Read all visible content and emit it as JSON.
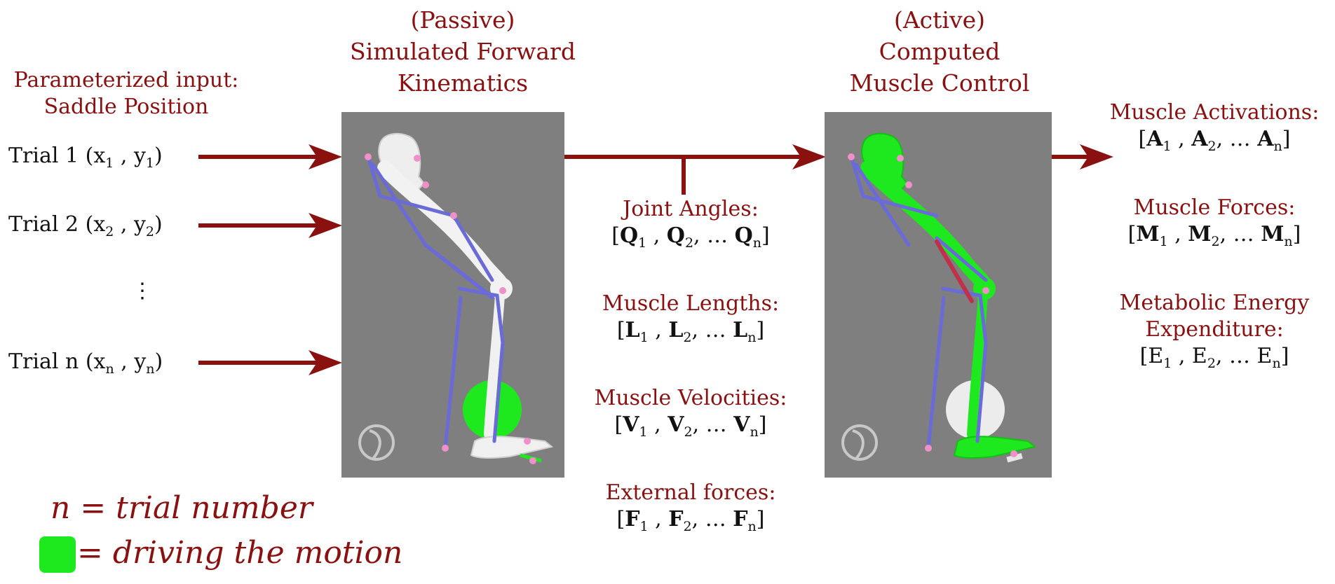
{
  "input_title": [
    "Parameterized input:",
    "Saddle Position"
  ],
  "trials": [
    {
      "label": "Trial 1",
      "x": "x",
      "xs": "1",
      "y": "y",
      "ys": "1"
    },
    {
      "label": "Trial 2",
      "x": "x",
      "xs": "2",
      "y": "y",
      "ys": "2"
    },
    {
      "label": "Trial n",
      "x": "x",
      "xs": "n",
      "y": "y",
      "ys": "n"
    }
  ],
  "ellipsis": "⋮",
  "passive_title": [
    "(Passive)",
    "Simulated Forward",
    "Kinematics"
  ],
  "active_title": [
    "(Active)",
    "Computed",
    "Muscle Control"
  ],
  "middle_outputs": [
    {
      "title": "Joint Angles:",
      "sym": "Q"
    },
    {
      "title": "Muscle Lengths:",
      "sym": "L"
    },
    {
      "title": "Muscle Velocities:",
      "sym": "V"
    },
    {
      "title": "External forces:",
      "sym": "F"
    }
  ],
  "right_outputs": [
    {
      "title": [
        "Muscle Activations:"
      ],
      "sym": "A",
      "bold": true
    },
    {
      "title": [
        "Muscle Forces:"
      ],
      "sym": "M",
      "bold": true
    },
    {
      "title": [
        "Metabolic Energy",
        "Expenditure:"
      ],
      "sym": "E",
      "bold": false
    }
  ],
  "vector_parts": {
    "open": "[",
    "close": "]",
    "sep": " , ",
    "dots": ", … ",
    "s1": "1",
    "s2": "2",
    "sn": "n"
  },
  "legend": {
    "n_def": "n = trial number",
    "green_def": "= driving the motion"
  },
  "colors": {
    "arrow": "#8b1010",
    "text_red": "#8b1010",
    "panel": "#7f7f7f",
    "muscle_green": "#1ee81e",
    "muscle_line": "#6a6ad8"
  }
}
